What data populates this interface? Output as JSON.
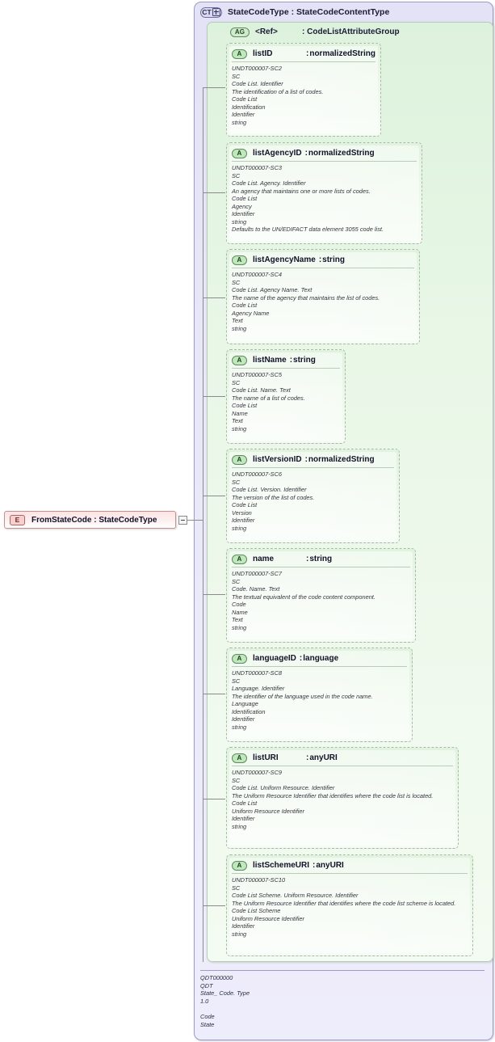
{
  "diagram": {
    "type": "xsd-schema-diagram",
    "element": {
      "badge": "E",
      "label": "FromStateCode  :  StateCodeType",
      "name": "FromStateCode",
      "type": "StateCodeType",
      "collapse_icon": "minus-icon"
    },
    "complex_type": {
      "badge": "CT",
      "expand_icon": "plus-icon",
      "title": "StateCodeType : StateCodeContentType",
      "documentation": [
        "QDT000000",
        "QDT",
        "State_ Code. Type",
        "1.0",
        "",
        "Code",
        "State"
      ]
    },
    "attribute_group": {
      "badge": "AG",
      "ref_label": "<Ref>",
      "separator": ":",
      "type_label": "CodeListAttributeGroup"
    },
    "attributes": [
      {
        "badge": "A",
        "name": "listID",
        "type": "normalizedString",
        "documentation": [
          "UNDT000007-SC2",
          "SC",
          "Code List. Identifier",
          "The identification of a list of codes.",
          "Code List",
          "Identification",
          "Identifier",
          "string"
        ]
      },
      {
        "badge": "A",
        "name": "listAgencyID",
        "type": "normalizedString",
        "documentation": [
          "UNDT000007-SC3",
          "SC",
          "Code List. Agency. Identifier",
          "An agency that maintains one or more lists of codes.",
          "Code List",
          "Agency",
          "Identifier",
          "string",
          "Defaults to the UN/EDIFACT data element 3055 code list."
        ]
      },
      {
        "badge": "A",
        "name": "listAgencyName",
        "type": "string",
        "documentation": [
          "UNDT000007-SC4",
          "SC",
          "Code List. Agency Name. Text",
          "The name of the agency that maintains the list of codes.",
          "Code List",
          "Agency Name",
          "Text",
          "string"
        ]
      },
      {
        "badge": "A",
        "name": "listName",
        "type": "string",
        "documentation": [
          "UNDT000007-SC5",
          "SC",
          "Code List. Name. Text",
          "The name of a list of codes.",
          "Code List",
          "Name",
          "Text",
          "string"
        ]
      },
      {
        "badge": "A",
        "name": "listVersionID",
        "type": "normalizedString",
        "documentation": [
          "UNDT000007-SC6",
          "SC",
          "Code List. Version. Identifier",
          "The version of the list of codes.",
          "Code List",
          "Version",
          "Identifier",
          "string"
        ]
      },
      {
        "badge": "A",
        "name": "name",
        "type": "string",
        "documentation": [
          "UNDT000007-SC7",
          "SC",
          "Code. Name. Text",
          "The textual equivalent of the code content component.",
          "Code",
          "Name",
          "Text",
          "string"
        ]
      },
      {
        "badge": "A",
        "name": "languageID",
        "type": "language",
        "documentation": [
          "UNDT000007-SC8",
          "SC",
          "Language. Identifier",
          "The identifier of the language used in the code name.",
          "Language",
          "Identification",
          "Identifier",
          "string"
        ]
      },
      {
        "badge": "A",
        "name": "listURI",
        "type": "anyURI",
        "documentation": [
          "UNDT000007-SC9",
          "SC",
          "Code List. Uniform Resource. Identifier",
          "The Uniform Resource Identifier that identifies where the code list is located.",
          "Code List",
          "Uniform Resource Identifier",
          "Identifier",
          "string"
        ]
      },
      {
        "badge": "A",
        "name": "listSchemeURI",
        "type": "anyURI",
        "documentation": [
          "UNDT000007-SC10",
          "SC",
          "Code List Scheme. Uniform Resource. Identifier",
          "The Uniform Resource Identifier that identifies where the code list scheme is located.",
          "Code List Scheme",
          "Uniform Resource Identifier",
          "Identifier",
          "string"
        ]
      }
    ],
    "colors": {
      "complex_type_bg": "#e6e5f7",
      "complex_type_border": "#9d9cc4",
      "attribute_group_bg": "#e6f6e4",
      "attribute_bg": "#e8f7e6",
      "attribute_border": "#a9b8a9",
      "element_bg": "#fbe4e4",
      "element_border": "#c98e8e",
      "connector": "#8b8b8b"
    }
  }
}
